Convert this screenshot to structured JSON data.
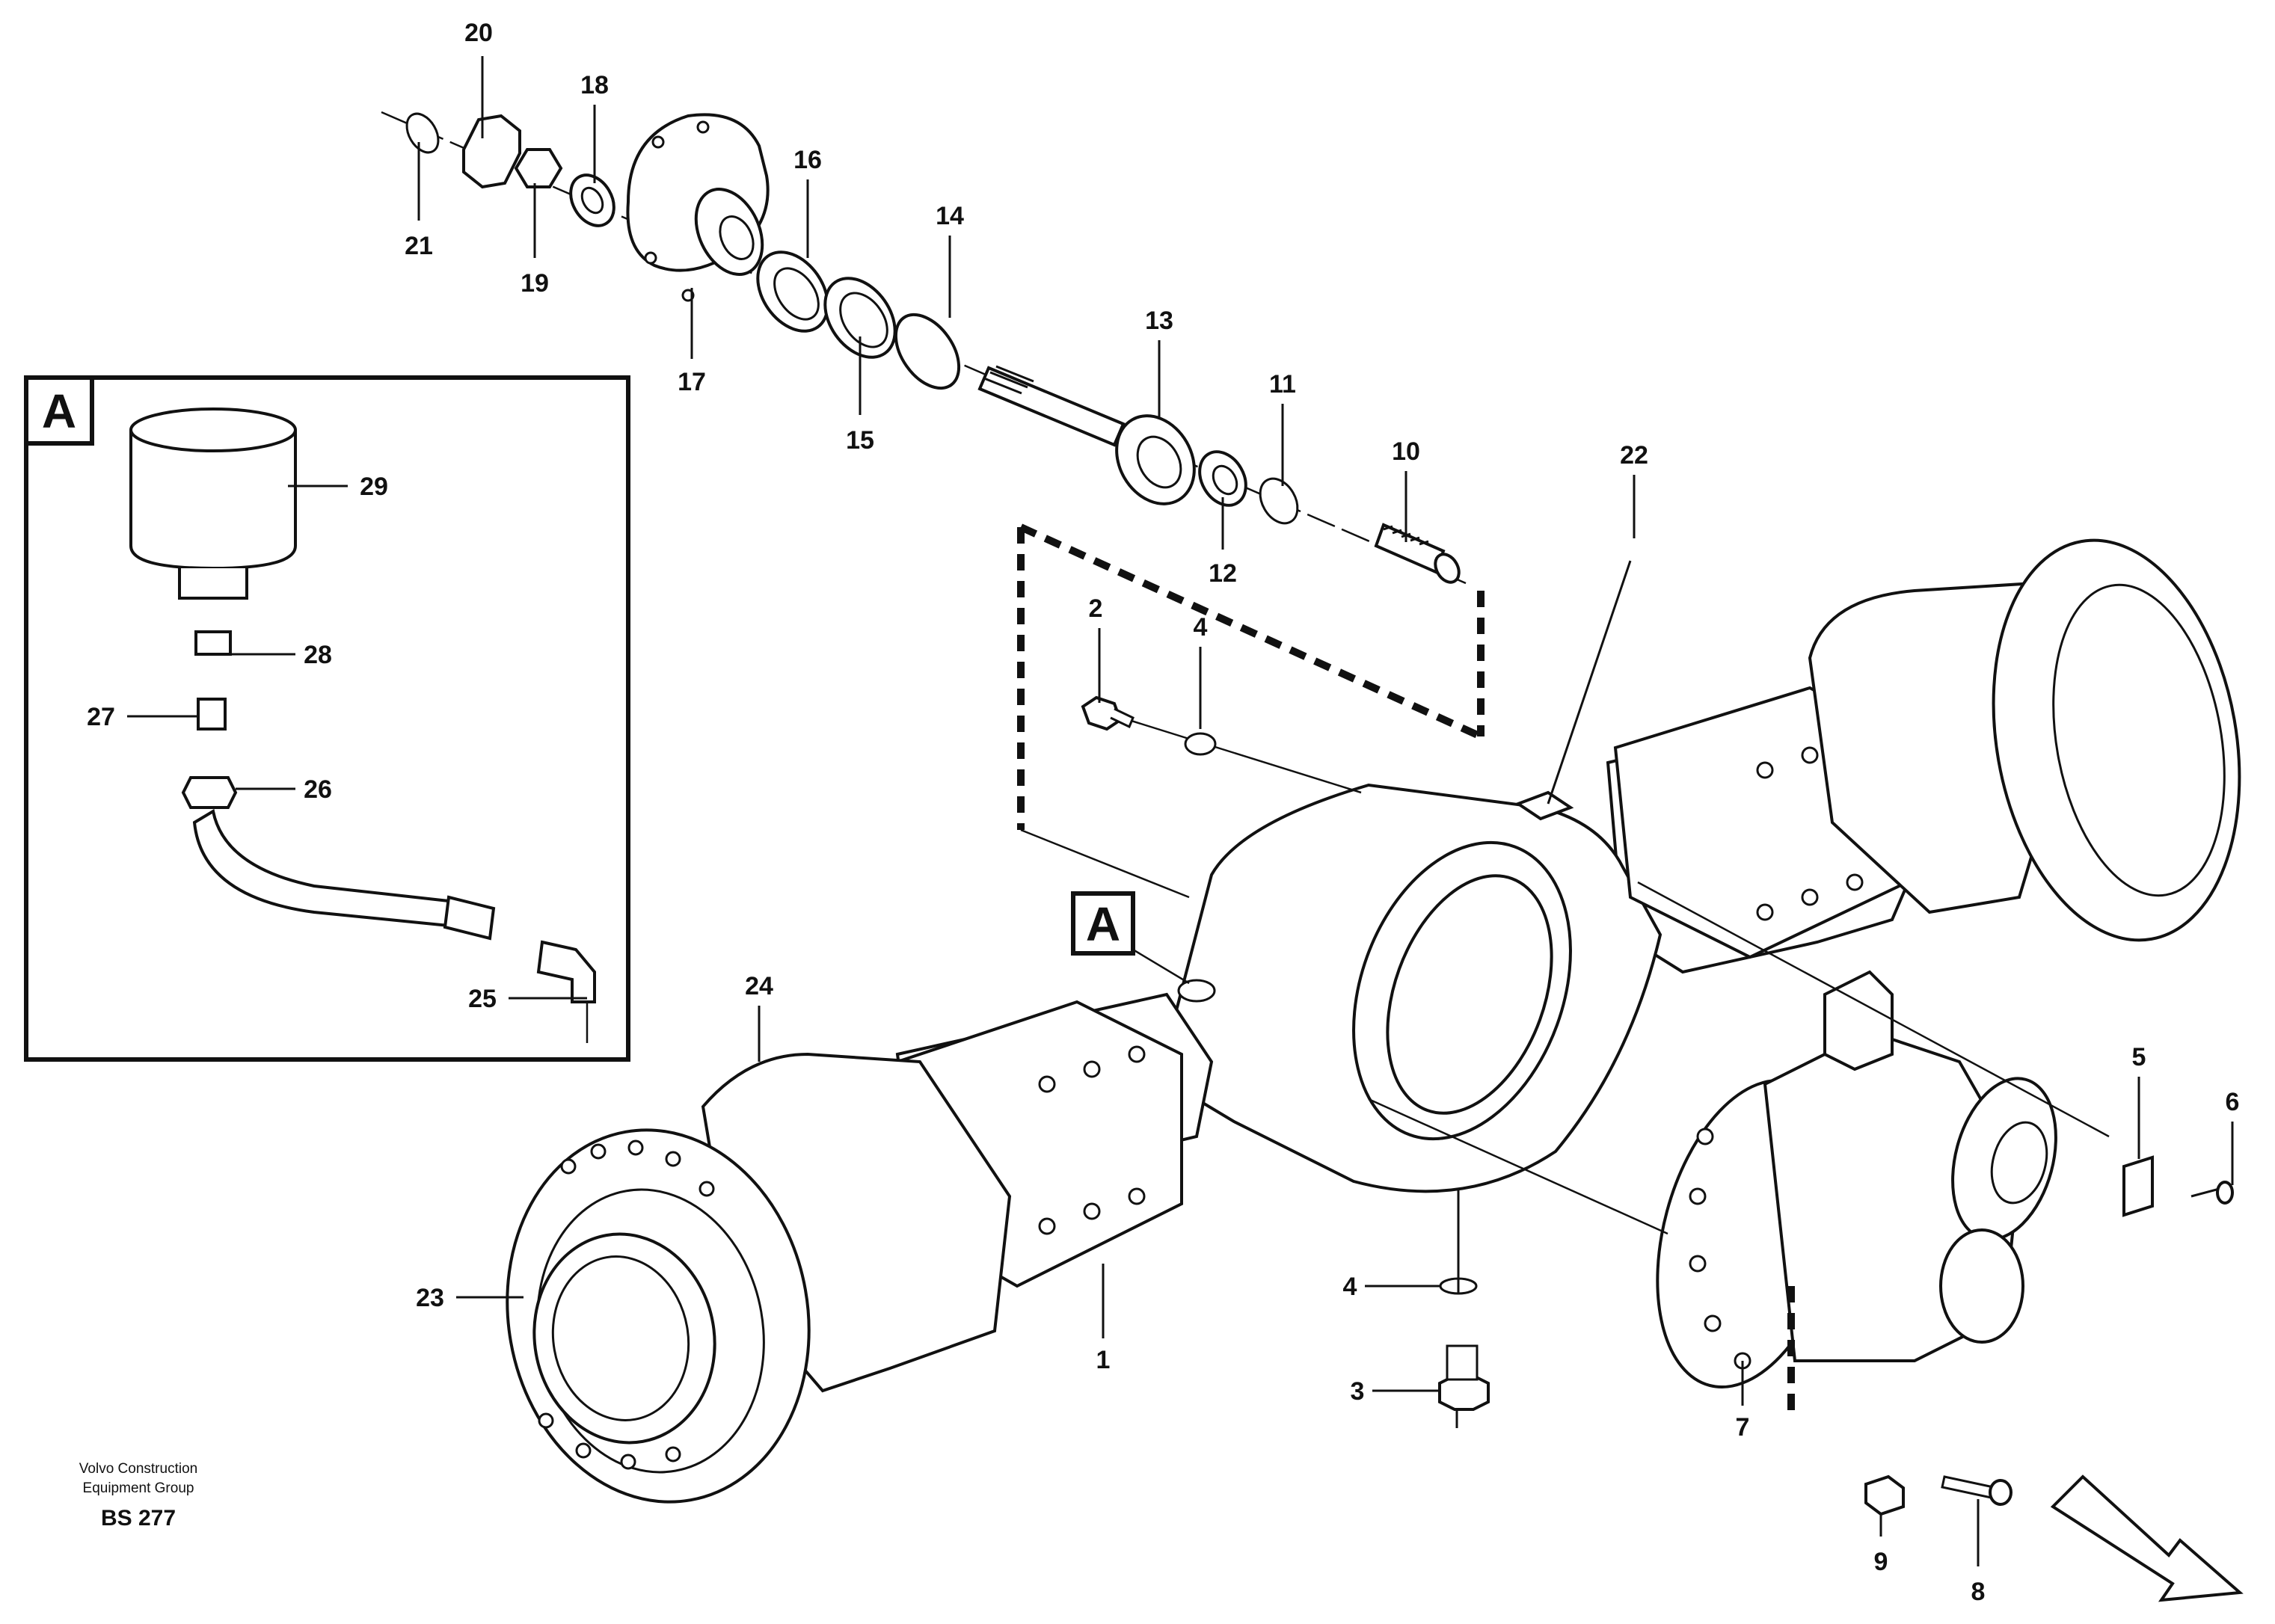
{
  "detail_tag": "A",
  "callout_tag": "A",
  "footer": {
    "line1": "Volvo Construction",
    "line2": "Equipment Group",
    "ref": "BS 277"
  },
  "labels": {
    "l1": "1",
    "l2": "2",
    "l3": "3",
    "l4a": "4",
    "l4b": "4",
    "l5": "5",
    "l6": "6",
    "l7": "7",
    "l8": "8",
    "l9": "9",
    "l10": "10",
    "l11": "11",
    "l12": "12",
    "l13": "13",
    "l14": "14",
    "l15": "15",
    "l16": "16",
    "l17": "17",
    "l18": "18",
    "l19": "19",
    "l20": "20",
    "l21": "21",
    "l22": "22",
    "l23": "23",
    "l24": "24",
    "l25": "25",
    "l26": "26",
    "l27": "27",
    "l28": "28",
    "l29": "29"
  }
}
